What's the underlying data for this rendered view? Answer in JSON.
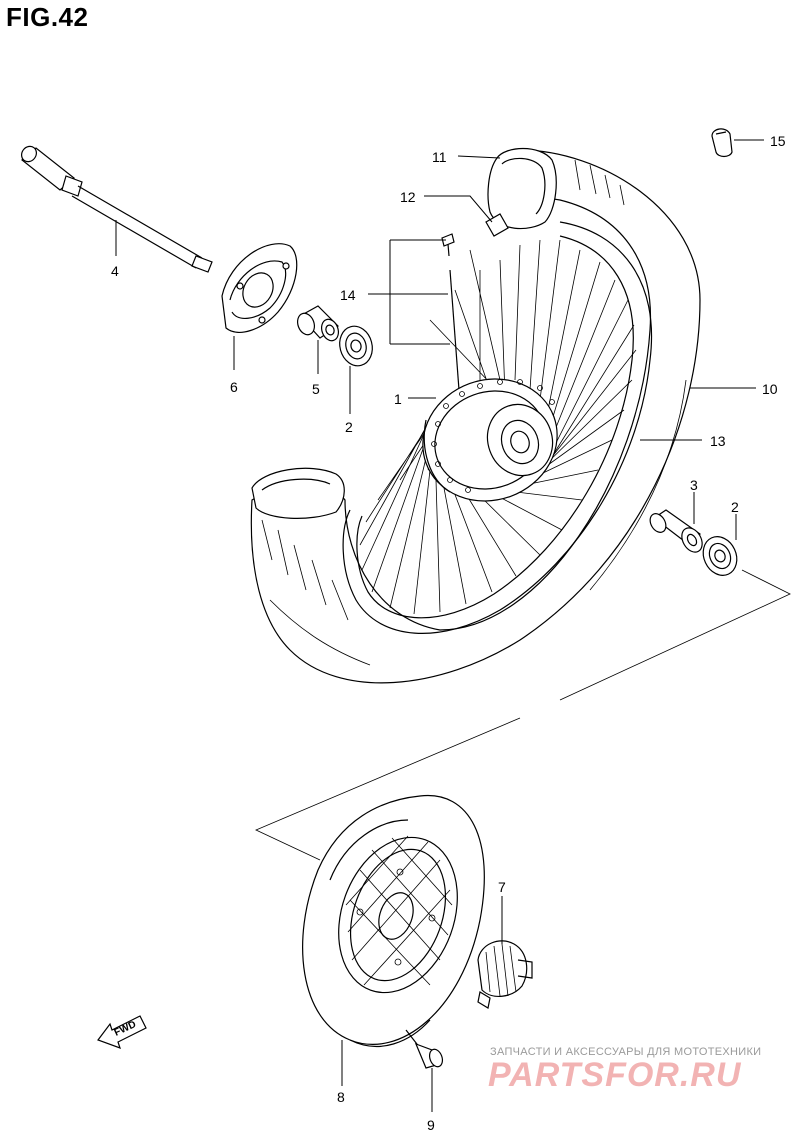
{
  "title": "FIG.42",
  "callouts": [
    {
      "id": "c1",
      "label": "1"
    },
    {
      "id": "c2a",
      "label": "2"
    },
    {
      "id": "c2b",
      "label": "2"
    },
    {
      "id": "c3",
      "label": "3"
    },
    {
      "id": "c4",
      "label": "4"
    },
    {
      "id": "c5",
      "label": "5"
    },
    {
      "id": "c6",
      "label": "6"
    },
    {
      "id": "c7",
      "label": "7"
    },
    {
      "id": "c8",
      "label": "8"
    },
    {
      "id": "c9",
      "label": "9"
    },
    {
      "id": "c10",
      "label": "10"
    },
    {
      "id": "c11",
      "label": "11"
    },
    {
      "id": "c12",
      "label": "12"
    },
    {
      "id": "c13",
      "label": "13"
    },
    {
      "id": "c14",
      "label": "14"
    },
    {
      "id": "c15",
      "label": "15"
    }
  ],
  "fwd_label": "FWD",
  "watermark": {
    "caption": "ЗАПЧАСТИ И АКСЕССУАРЫ ДЛЯ МОТОТЕХНИКИ",
    "logo": "PARTSFOR.RU",
    "color": "#f2b3b3"
  }
}
